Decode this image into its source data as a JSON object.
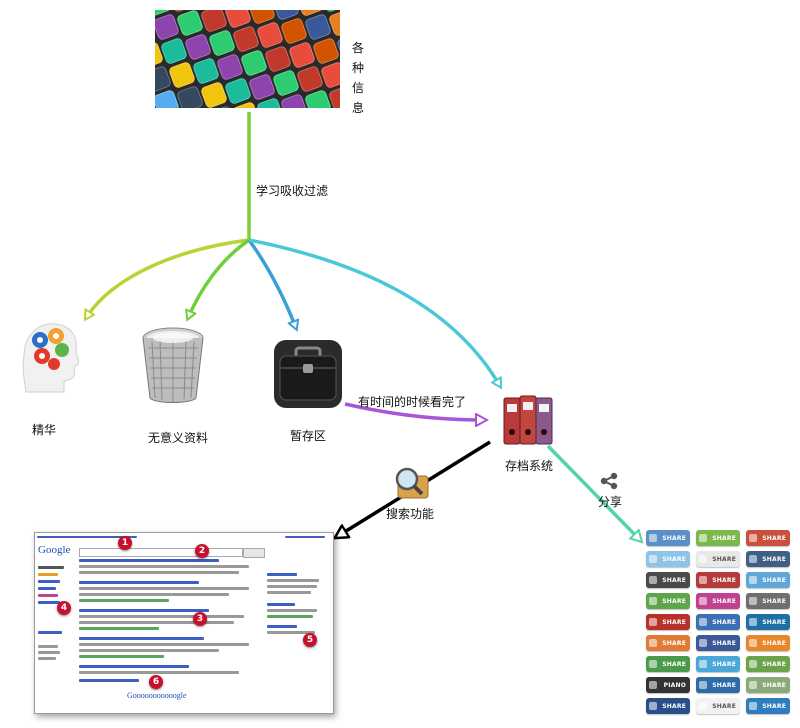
{
  "source": {
    "vertical_label": [
      "各",
      "种",
      "信",
      "息"
    ]
  },
  "edges": {
    "learn_filter": "学习吸收过滤",
    "read_later": "有时间的时候看完了",
    "search": "搜索功能",
    "share": "分享"
  },
  "nodes": {
    "essence": "精华",
    "junk": "无意义资料",
    "temp": "暂存区",
    "archive": "存档系统"
  },
  "serp": {
    "logo": "Google",
    "footer_logo": "Gooooooooooogle",
    "badges": [
      "1",
      "2",
      "3",
      "4",
      "5",
      "6"
    ]
  },
  "share_buttons": {
    "label": "SHARE",
    "piano_label": "PIANO",
    "colors": [
      [
        "#5b8fc7",
        "#7db84a",
        "#c9503c"
      ],
      [
        "#8fc4e6",
        "#e8e8e8",
        "#3f5f86"
      ],
      [
        "#4a4a4a",
        "#b53b3b",
        "#5fa7d8"
      ],
      [
        "#5da64a",
        "#c0418f",
        "#6f6f6f"
      ],
      [
        "#b8322a",
        "#3b6fb6",
        "#1f6fa5"
      ],
      [
        "#e07b35",
        "#3b5998",
        "#e8862b"
      ],
      [
        "#4a9a4a",
        "#4aa7d8",
        "#6aa34a"
      ],
      [
        "#333333",
        "#2d6ca6",
        "#8aaa7a"
      ],
      [
        "#2a4e8a",
        "#f2f2f2",
        "#2f7cc1"
      ]
    ]
  }
}
